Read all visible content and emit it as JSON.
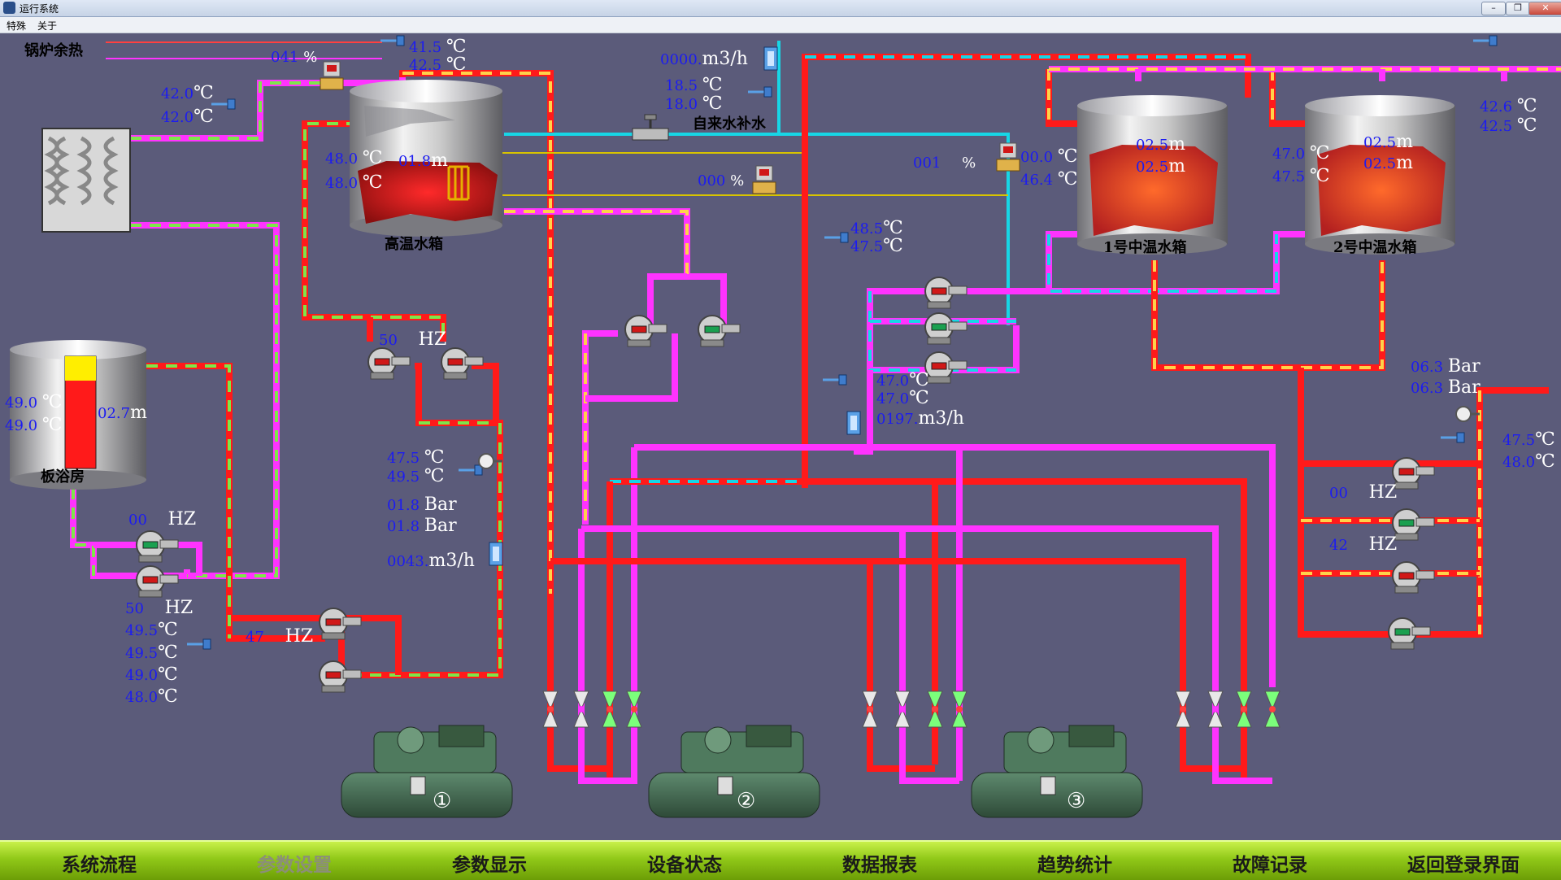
{
  "window": {
    "title": "运行系统",
    "buttons": [
      "–",
      "❐",
      "✕"
    ]
  },
  "menu": [
    "特殊",
    "关于"
  ],
  "labels": {
    "boiler_heat": "锅炉余热",
    "high_tank": "高温水箱",
    "tank1": "1号中温水箱",
    "tank2": "2号中温水箱",
    "bath": "板浴房",
    "tap_water": "自来水补水"
  },
  "units": {
    "deg": "℃",
    "pct": "%",
    "flow": "m3/h",
    "bar": "Bar",
    "hz": "HZ",
    "m": "m"
  },
  "readings": {
    "boiler_valve_pct": "041",
    "top_t1": "41.5",
    "top_t2": "42.5",
    "left_t1": "42.0",
    "left_t2": "42.0",
    "high_t1": "48.0",
    "high_t2": "48.0",
    "high_level": "01.8",
    "bath_t1": "49.0",
    "bath_t2": "49.0",
    "bath_level": "02.7",
    "flow_top": "0000.",
    "tap_t1": "18.5",
    "tap_t2": "18.0",
    "valve_mid_pct": "000",
    "valve_right_pct": "001",
    "tank1_t1": "00.0",
    "tank1_t2": "46.4",
    "tank1_level1": "02.5",
    "tank1_level2": "02.5",
    "tank2_t1": "47.0",
    "tank2_t2": "47.5",
    "tank2_level1": "02.5",
    "tank2_level2": "02.5",
    "far_t1": "42.6",
    "far_t2": "42.5",
    "mid_t1": "48.5",
    "mid_t2": "47.5",
    "pump3_t1": "47.0",
    "pump3_t2": "47.0",
    "flow_pump3": "0197.",
    "hz_50_top": "50",
    "c_t1": "47.5",
    "c_t2": "49.5",
    "c_p1": "01.8",
    "c_p2": "01.8",
    "c_flow": "0043.",
    "bath_hz1": "00",
    "bath_hz2": "50",
    "hz_47": "47",
    "ll_t1": "49.5",
    "ll_t2": "49.5",
    "ll_t3": "49.0",
    "ll_t4": "48.0",
    "right_p1": "06.3",
    "right_p2": "06.3",
    "right_t1": "47.5",
    "right_t2": "48.0",
    "right_hz1": "00",
    "right_hz2": "42"
  },
  "chillers": [
    "①",
    "②",
    "③"
  ],
  "nav": [
    {
      "label": "系统流程",
      "enabled": true
    },
    {
      "label": "参数设置",
      "enabled": false
    },
    {
      "label": "参数显示",
      "enabled": true
    },
    {
      "label": "设备状态",
      "enabled": true
    },
    {
      "label": "数据报表",
      "enabled": true
    },
    {
      "label": "趋势统计",
      "enabled": true
    },
    {
      "label": "故障记录",
      "enabled": true
    },
    {
      "label": "返回登录界面",
      "enabled": true
    }
  ],
  "colors": {
    "hot_pipe": "#ff1a1a",
    "cold_pipe": "#ff33ff",
    "cyan_pipe": "#17d6e6",
    "green_dash": "#7ee64a",
    "yellow_dash": "#ffd24a",
    "nav_green": "#90c818",
    "value_blue": "#1c1cf0"
  }
}
